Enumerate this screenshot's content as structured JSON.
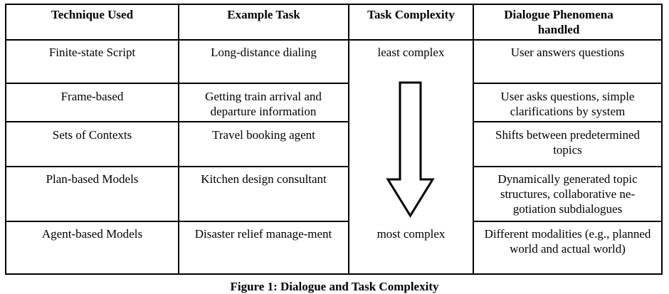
{
  "headers": [
    "Technique Used",
    "Example Task",
    "Task Complexity",
    "Dialogue Phenomena handled"
  ],
  "rows": [
    {
      "technique": "Finite-state Script",
      "task": "Long-distance dialing",
      "phenomena": "User answers questions"
    },
    {
      "technique": "Frame-based",
      "task": "Getting train arrival and departure information",
      "phenomena": "User asks questions, simple clarifications by system"
    },
    {
      "technique": "Sets of Contexts",
      "task": "Travel booking agent",
      "phenomena": "Shifts between predetermined topics"
    },
    {
      "technique": "Plan-based Models",
      "task": "Kitchen design consultant",
      "phenomena": "Dynamically generated topic structures, collaborative ne-gotiation subdialogues"
    },
    {
      "technique": "Agent-based Models",
      "task": "Disaster relief manage-ment",
      "phenomena": "Different modalities (e.g., planned world and actual world)"
    }
  ],
  "complexity": {
    "top": "least complex",
    "bottom": "most complex"
  },
  "caption": "Figure 1: Dialogue and Task Complexity"
}
